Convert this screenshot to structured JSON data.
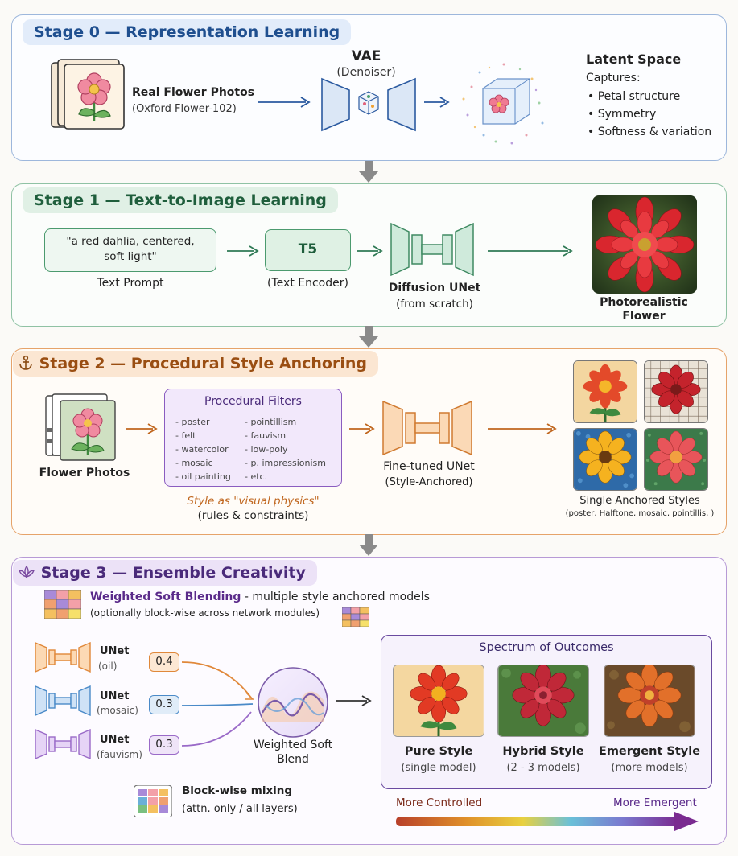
{
  "stage0": {
    "title": "Stage 0 — Representation Learning",
    "photos_label": "Real Flower Photos",
    "photos_sub": "(Oxford Flower-102)",
    "vae_label": "VAE",
    "vae_sub": "(Denoiser)",
    "latent_title": "Latent Space",
    "latent_captures": "Captures:",
    "latent_items": [
      "Petal structure",
      "Symmetry",
      "Softness & variation"
    ]
  },
  "stage1": {
    "title": "Stage 1 — Text-to-Image Learning",
    "prompt_text": "\"a red dahlia, centered, soft light\"",
    "prompt_label": "Text Prompt",
    "t5_label": "T5",
    "t5_sub": "(Text Encoder)",
    "unet_label": "Diffusion UNet",
    "unet_sub": "(from scratch)",
    "output_label": "Photorealistic Flower"
  },
  "stage2": {
    "title": "Stage 2 — Procedural Style Anchoring",
    "photos_label": "Flower Photos",
    "filters_title": "Procedural Filters",
    "filters_left": [
      "poster",
      "felt",
      "watercolor",
      "mosaic",
      "oil painting"
    ],
    "filters_right": [
      "pointillism",
      "fauvism",
      "low-poly",
      "p. impressionism",
      "etc."
    ],
    "style_caption": "Style as \"visual physics\"",
    "style_caption_sub": "(rules & constraints)",
    "unet_label": "Fine-tuned UNet",
    "unet_sub": "(Style-Anchored)",
    "styles_title": "Single Anchored Styles",
    "styles_sub": "(poster, Halftone, mosaic, pointillis, )"
  },
  "stage3": {
    "title": "Stage 3 — Ensemble Creativity",
    "blend_title": "Weighted Soft Blending",
    "blend_desc": "- multiple style anchored models",
    "blend_note": "(optionally block-wise across network modules)",
    "unets": [
      {
        "label": "UNet",
        "sub": "(oil)",
        "weight": "0.4",
        "color": "#f0a35e"
      },
      {
        "label": "UNet",
        "sub": "(mosaic)",
        "weight": "0.3",
        "color": "#5b9bd5"
      },
      {
        "label": "UNet",
        "sub": "(fauvism)",
        "weight": "0.3",
        "color": "#a679d2"
      }
    ],
    "blend_node": "Weighted Soft Blend",
    "blockwise_title": "Block-wise mixing",
    "blockwise_sub": "(attn. only / all layers)",
    "spectrum_title": "Spectrum of Outcomes",
    "outcomes": [
      {
        "label": "Pure Style",
        "sub": "(single model)"
      },
      {
        "label": "Hybrid Style",
        "sub": "(2 - 3 models)"
      },
      {
        "label": "Emergent Style",
        "sub": "(more models)"
      }
    ],
    "scale_left": "More Controlled",
    "scale_right": "More Emergent"
  },
  "colors": {
    "stage0": "#2b5aa0",
    "stage1": "#2f7a55",
    "stage2": "#c0661e",
    "stage3": "#6a3f9c"
  },
  "icons": [
    "anchor-icon",
    "lotus-icon",
    "grid-icon",
    "arrow-icon"
  ]
}
